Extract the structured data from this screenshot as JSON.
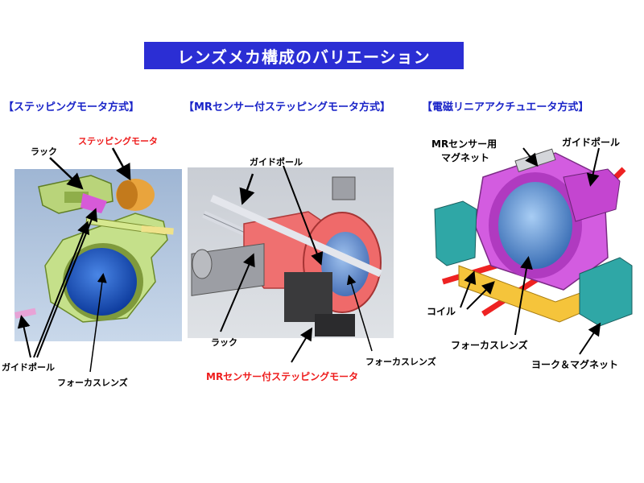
{
  "title": "レンズメカ構成のバリエーション",
  "sections": [
    {
      "heading": "【ステッピングモータ方式】",
      "labels": {
        "rack": "ラック",
        "motor": "ステッピングモータ",
        "guide_pole": "ガイドポール",
        "focus_lens": "フォーカスレンズ"
      }
    },
    {
      "heading": "【MRセンサー付ステッピングモータ方式】",
      "labels": {
        "guide_pole": "ガイドポール",
        "rack": "ラック",
        "focus_lens": "フォーカスレンズ",
        "motor": "MRセンサー付ステッピングモータ"
      }
    },
    {
      "heading": "【電磁リニアアクチュエータ方式】",
      "labels": {
        "mr_magnet_line1": "MRセンサー用",
        "mr_magnet_line2": "マグネット",
        "guide_pole": "ガイドポール",
        "coil": "コイル",
        "focus_lens": "フォーカスレンズ",
        "yoke_magnet": "ヨーク＆マグネット"
      }
    }
  ],
  "colors": {
    "title_bg": "#2b2ed4",
    "heading": "#1a24c8",
    "motor_label": "#ee1c1c"
  }
}
